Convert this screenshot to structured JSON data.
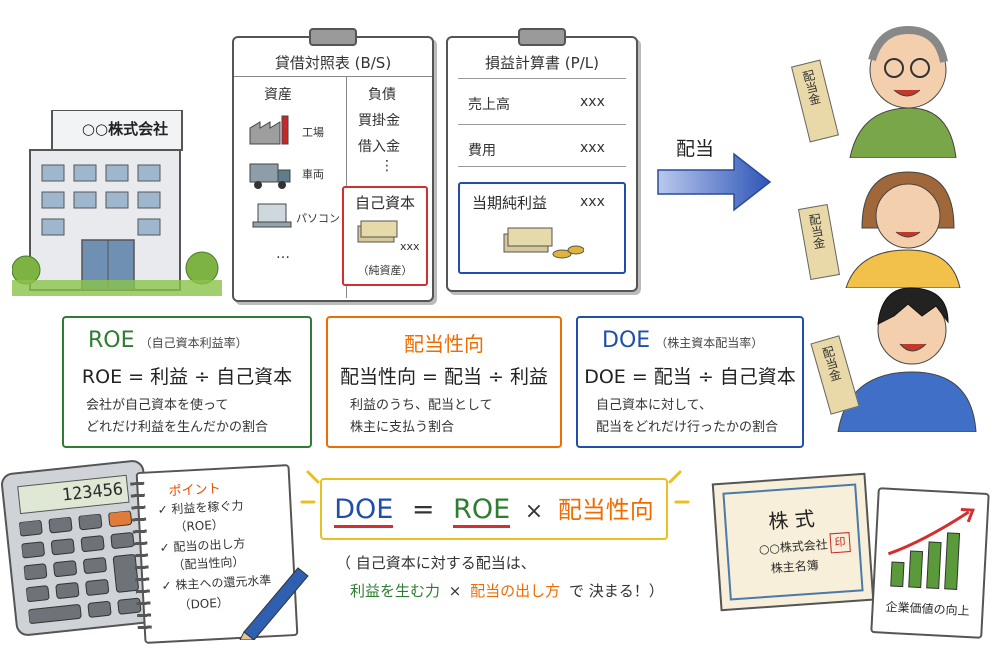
{
  "company": {
    "name": "○○株式会社"
  },
  "balance_sheet": {
    "title": "貸借対照表 (B/S)",
    "assets_header": "資産",
    "liabilities_header": "負債",
    "asset_items": [
      "工場",
      "車両",
      "パソコン",
      "…"
    ],
    "liability_items": [
      "買掛金",
      "借入金",
      "⋮"
    ],
    "equity_title": "自己資本",
    "equity_value": "xxx",
    "equity_sub": "（純資産）"
  },
  "income_statement": {
    "title": "損益計算書 (P/L)",
    "rows": [
      {
        "label": "売上高",
        "value": "xxx"
      },
      {
        "label": "費用",
        "value": "xxx"
      }
    ],
    "net_income_label": "当期純利益",
    "net_income_value": "xxx"
  },
  "arrow_label": "配当",
  "dividend_slip": "配当金",
  "metrics": {
    "roe": {
      "name": "ROE",
      "paren": "（自己資本利益率）",
      "formula": "ROE = 利益 ÷ 自己資本",
      "desc1": "会社が自己資本を使って",
      "desc2": "どれだけ利益を生んだかの割合",
      "color": "#2e7d32"
    },
    "payout": {
      "name": "配当性向",
      "formula": "配当性向 = 配当 ÷ 利益",
      "desc1": "利益のうち、配当として",
      "desc2": "株主に支払う割合",
      "color": "#ef6c00"
    },
    "doe": {
      "name": "DOE",
      "paren": "（株主資本配当率）",
      "formula": "DOE = 配当 ÷ 自己資本",
      "desc1": "自己資本に対して、",
      "desc2": "配当をどれだけ行ったかの割合",
      "color": "#1f4fa8"
    }
  },
  "calculator": {
    "display": "123456"
  },
  "notebook": {
    "title": "ポイント",
    "items": [
      "✓ 利益を稼ぐ力",
      "（ROE）",
      "✓ 配当の出し方",
      "（配当性向）",
      "✓ 株主への還元水準",
      "（DOE）"
    ]
  },
  "main_formula": {
    "doe": "DOE",
    "eq": "=",
    "roe": "ROE",
    "times": "×",
    "payout": "配当性向",
    "line1": "（ 自己資本に対する配当は、",
    "line2_a": "利益を生む力",
    "line2_b": "×",
    "line2_c": "配当の出し方",
    "line2_d": "で 決まる！）"
  },
  "certificate": {
    "title": "株 式",
    "company": "○○株式会社",
    "holder": "株主名簿",
    "seal": "印"
  },
  "growth_card": {
    "label": "企業価値の向上"
  }
}
